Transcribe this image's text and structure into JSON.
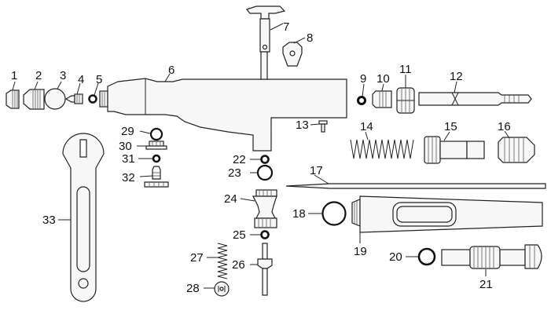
{
  "labels": [
    "1",
    "2",
    "3",
    "4",
    "5",
    "6",
    "7",
    "8",
    "9",
    "10",
    "11",
    "12",
    "13",
    "14",
    "15",
    "16",
    "17",
    "18",
    "19",
    "20",
    "21",
    "22",
    "23",
    "24",
    "25",
    "26",
    "27",
    "28",
    "29",
    "30",
    "31",
    "32",
    "33"
  ],
  "colors": {
    "line": "#222222",
    "fill": "#f7f7f7",
    "background": "#ffffff"
  }
}
